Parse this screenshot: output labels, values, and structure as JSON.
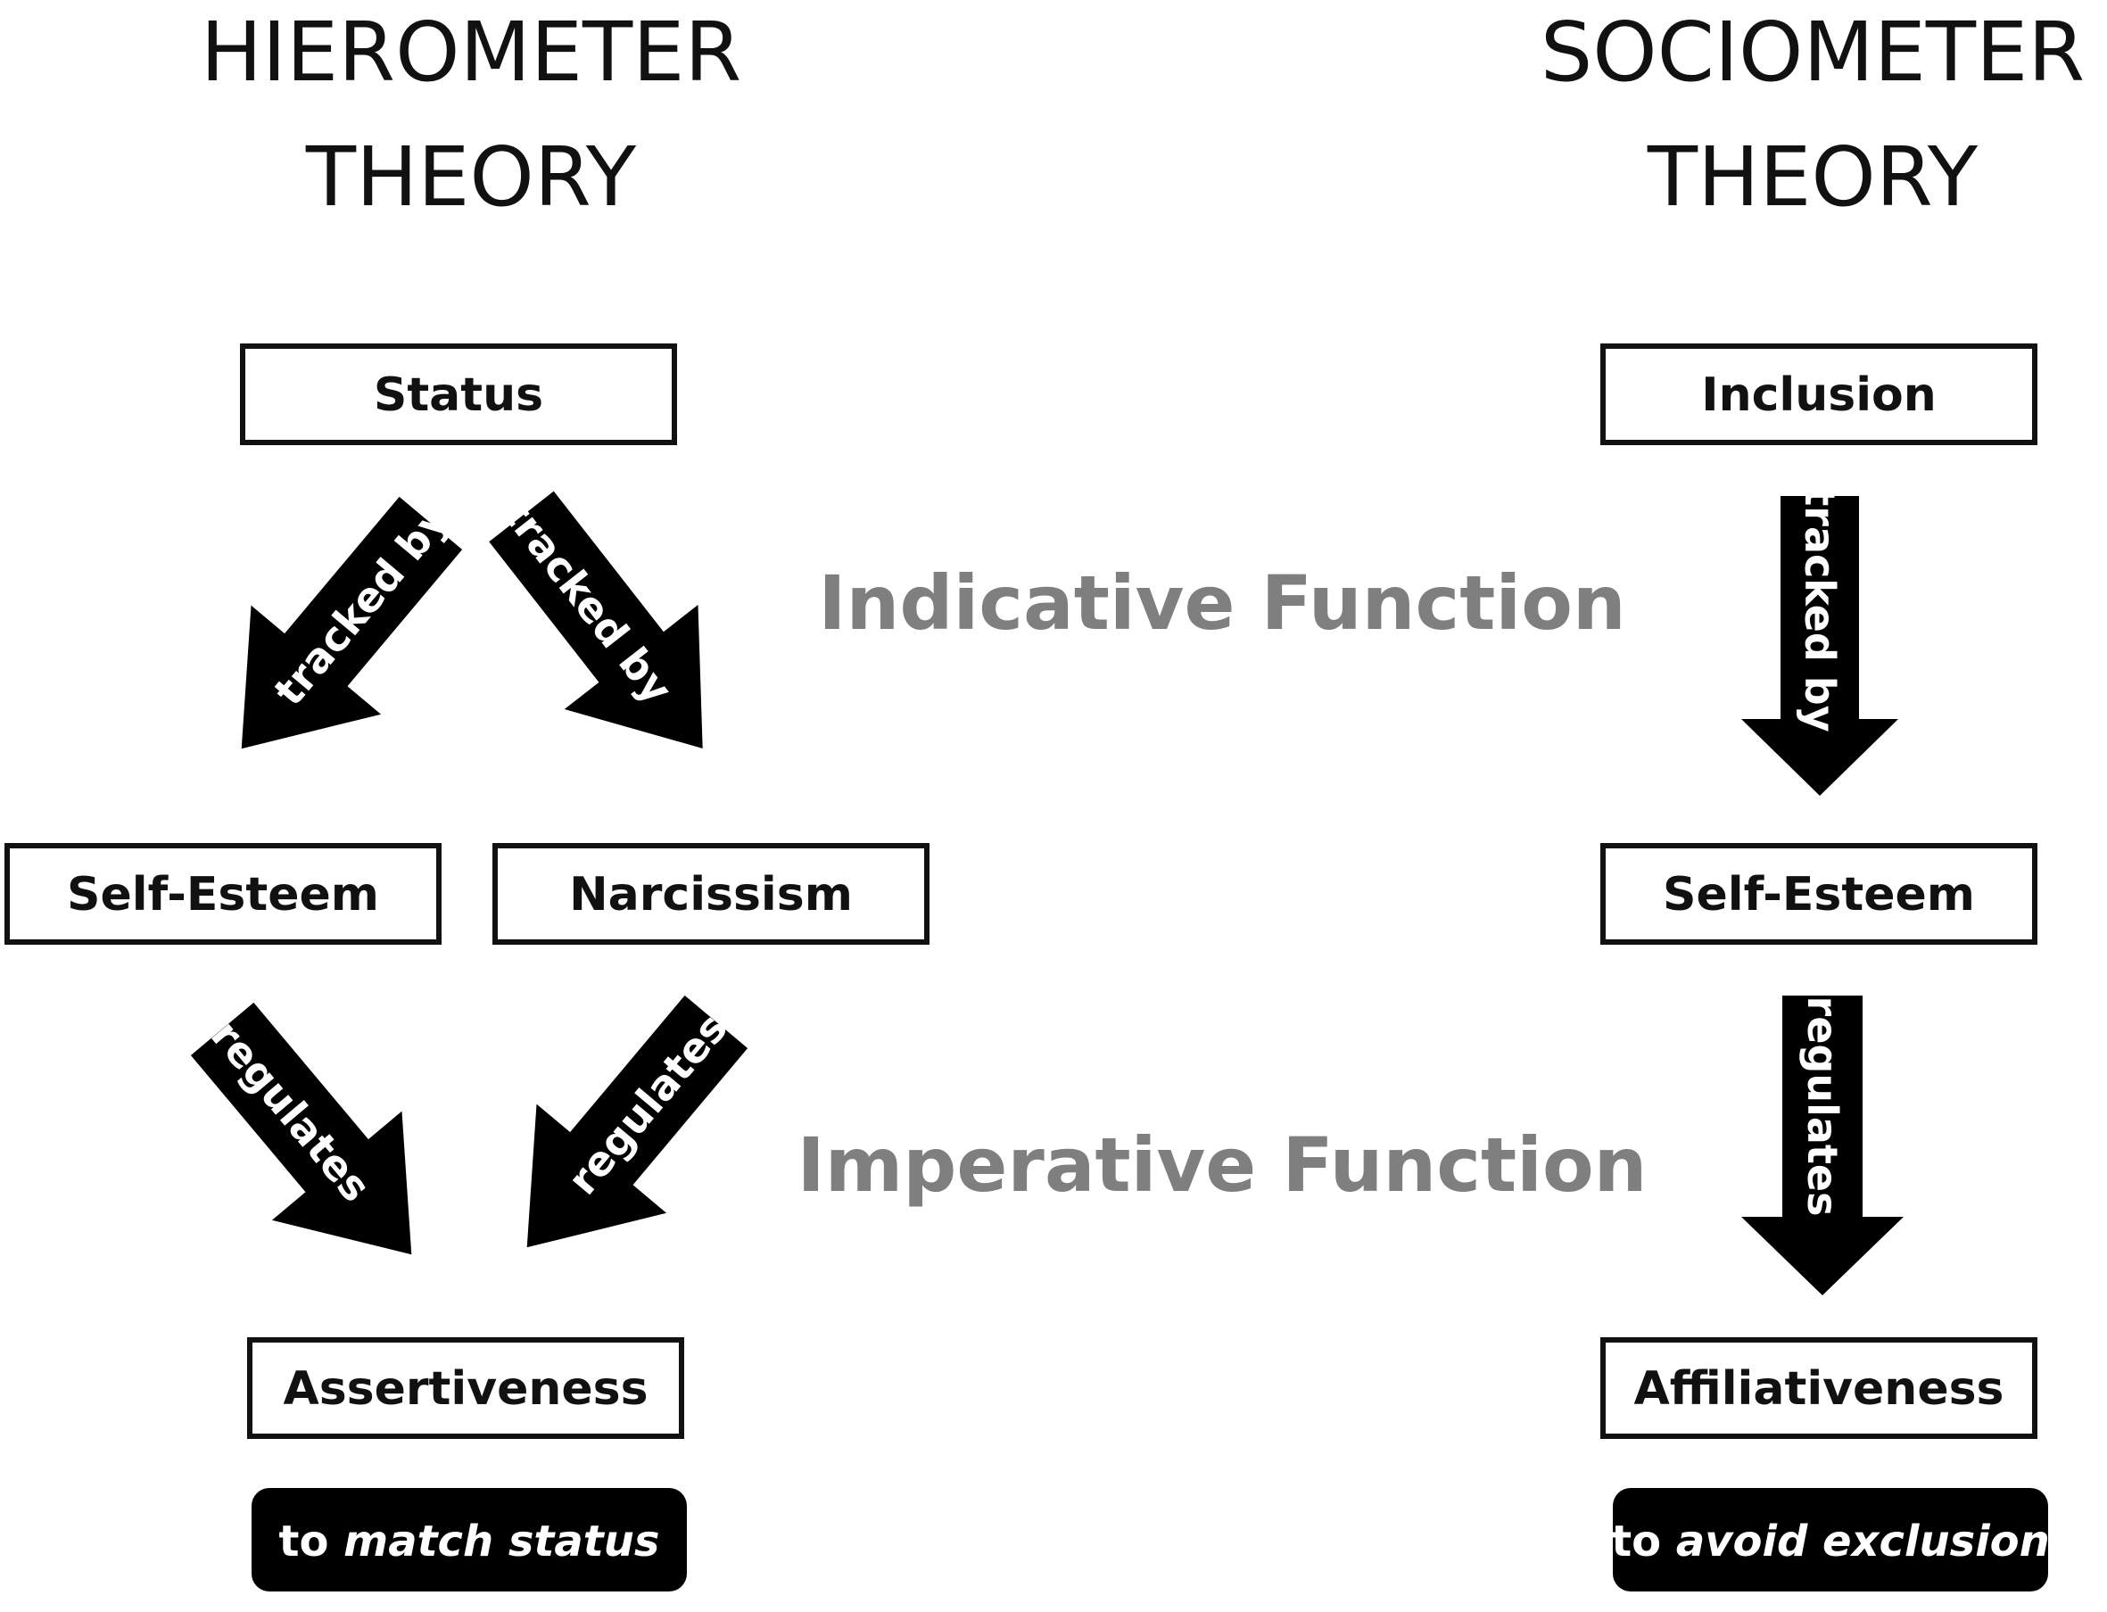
{
  "left": {
    "title_line1": "HIEROMETER",
    "title_line2": "THEORY",
    "boxes": {
      "top": "Status",
      "mid_a": "Self-Esteem",
      "mid_b": "Narcissism",
      "bottom": "Assertiveness"
    },
    "arrows": {
      "tracked_a": "tracked by",
      "tracked_b": "tracked by",
      "regulates_a": "regulates",
      "regulates_b": "regulates"
    },
    "goal": {
      "prefix": "to ",
      "emphasis": "match status"
    }
  },
  "right": {
    "title_line1": "SOCIOMETER",
    "title_line2": "THEORY",
    "boxes": {
      "top": "Inclusion",
      "mid": "Self-Esteem",
      "bottom": "Affiliativeness"
    },
    "arrows": {
      "tracked": "tracked by",
      "regulates": "regulates"
    },
    "goal": {
      "prefix": "to ",
      "emphasis": "avoid exclusion"
    }
  },
  "functions": {
    "indicative": "Indicative Function",
    "imperative": "Imperative Function"
  },
  "colors": {
    "ink": "#111111",
    "arrow": "#000000",
    "function_label": "#7f7f7f",
    "background": "#ffffff"
  }
}
